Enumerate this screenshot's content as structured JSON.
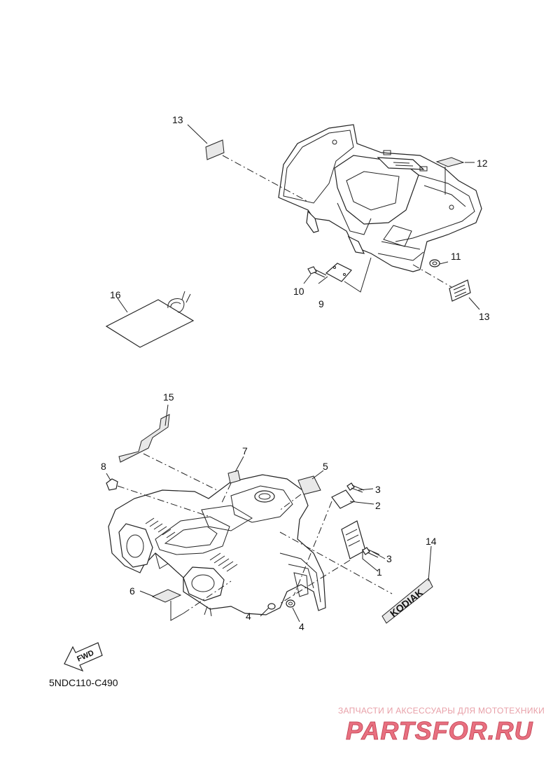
{
  "callouts": {
    "c1": "1",
    "c2": "2",
    "c3a": "3",
    "c3b": "3",
    "c4a": "4",
    "c4b": "4",
    "c5": "5",
    "c6": "6",
    "c7": "7",
    "c8": "8",
    "c9": "9",
    "c10": "10",
    "c11": "11",
    "c12": "12",
    "c13a": "13",
    "c13b": "13",
    "c14": "14",
    "c15": "15",
    "c16": "16"
  },
  "fwd_label": "FWD",
  "decal_text": "KODIAK",
  "diagram_code": "5NDC110-C490",
  "watermark": {
    "caption": "ЗАПЧАСТИ И АКСЕССУАРЫ ДЛЯ МОТОТЕХНИКИ",
    "logo_text": "PARTSFOR.RU",
    "color": "#e87080"
  }
}
